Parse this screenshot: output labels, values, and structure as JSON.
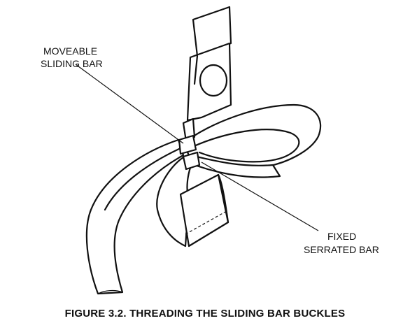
{
  "labels": {
    "moveable_line1": "MOVEABLE",
    "moveable_line2": "SLIDING BAR",
    "fixed_line1": "FIXED",
    "fixed_line2": "SERRATED BAR"
  },
  "caption": "FIGURE 3.2. THREADING THE SLIDING BAR BUCKLES"
}
